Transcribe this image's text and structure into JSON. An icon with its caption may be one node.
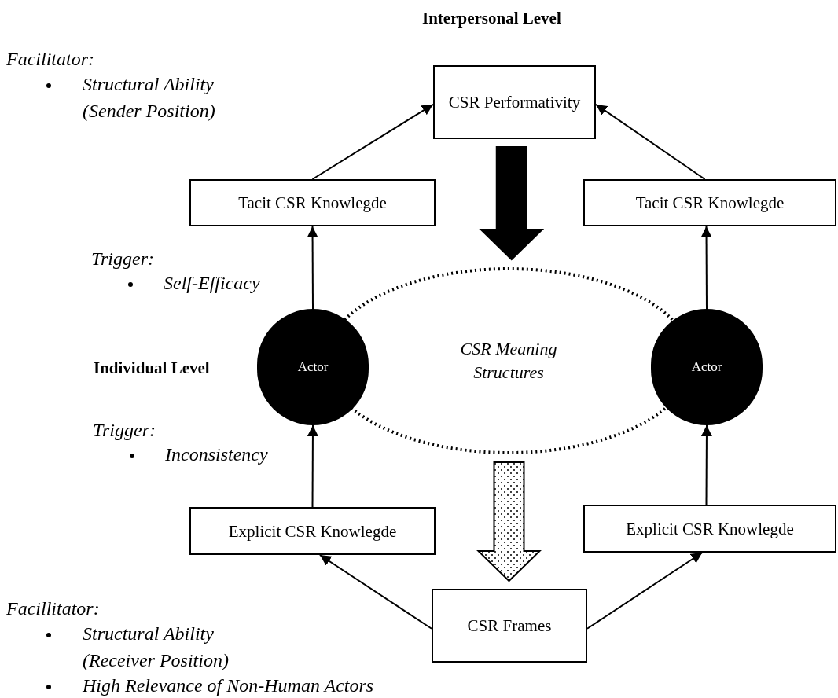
{
  "diagram": {
    "nodes": [
      {
        "text": [
          "CSR Performativity"
        ]
      },
      {
        "text": [
          "Tacit CSR Knowlegde"
        ]
      },
      {
        "text": [
          "Tacit CSR Knowlegde"
        ]
      },
      {
        "text": [
          "Actor"
        ]
      },
      {
        "text": [
          "Actor"
        ]
      },
      {
        "text": [
          "CSR Meaning Structures"
        ]
      },
      {
        "text": [
          "Explicit CSR Knowlegde"
        ]
      },
      {
        "text": [
          "Explicit CSR Knowlegde"
        ]
      },
      {
        "text": [
          "CSR Frames"
        ]
      }
    ],
    "edges": [
      {
        "from": 1,
        "to": 0,
        "arrow": "to"
      },
      {
        "from": 2,
        "to": 0,
        "arrow": "to"
      },
      {
        "from": 3,
        "to": 1,
        "arrow": "to"
      },
      {
        "from": 4,
        "to": 2,
        "arrow": "to"
      },
      {
        "from": 6,
        "to": 3,
        "arrow": "to"
      },
      {
        "from": 7,
        "to": 4,
        "arrow": "to"
      },
      {
        "from": 8,
        "to": 6,
        "arrow": "to"
      },
      {
        "from": 8,
        "to": 7,
        "arrow": "to"
      },
      {
        "from": 0,
        "to": 5,
        "arrow": "to",
        "style": "thick"
      },
      {
        "from": 5,
        "to": 8,
        "arrow": "to",
        "style": "dashed"
      }
    ],
    "labels": [
      "Interpersonal Level",
      "Facilitator:",
      "Structural Ability (Sender Position)",
      "Trigger:",
      "Self-Efficacy",
      "Individual Level",
      "Trigger:",
      "Inconsistency",
      "Facillitator:",
      "Structural Ability (Receiver Position)",
      "High Relevance of Non-Human Actors"
    ]
  }
}
